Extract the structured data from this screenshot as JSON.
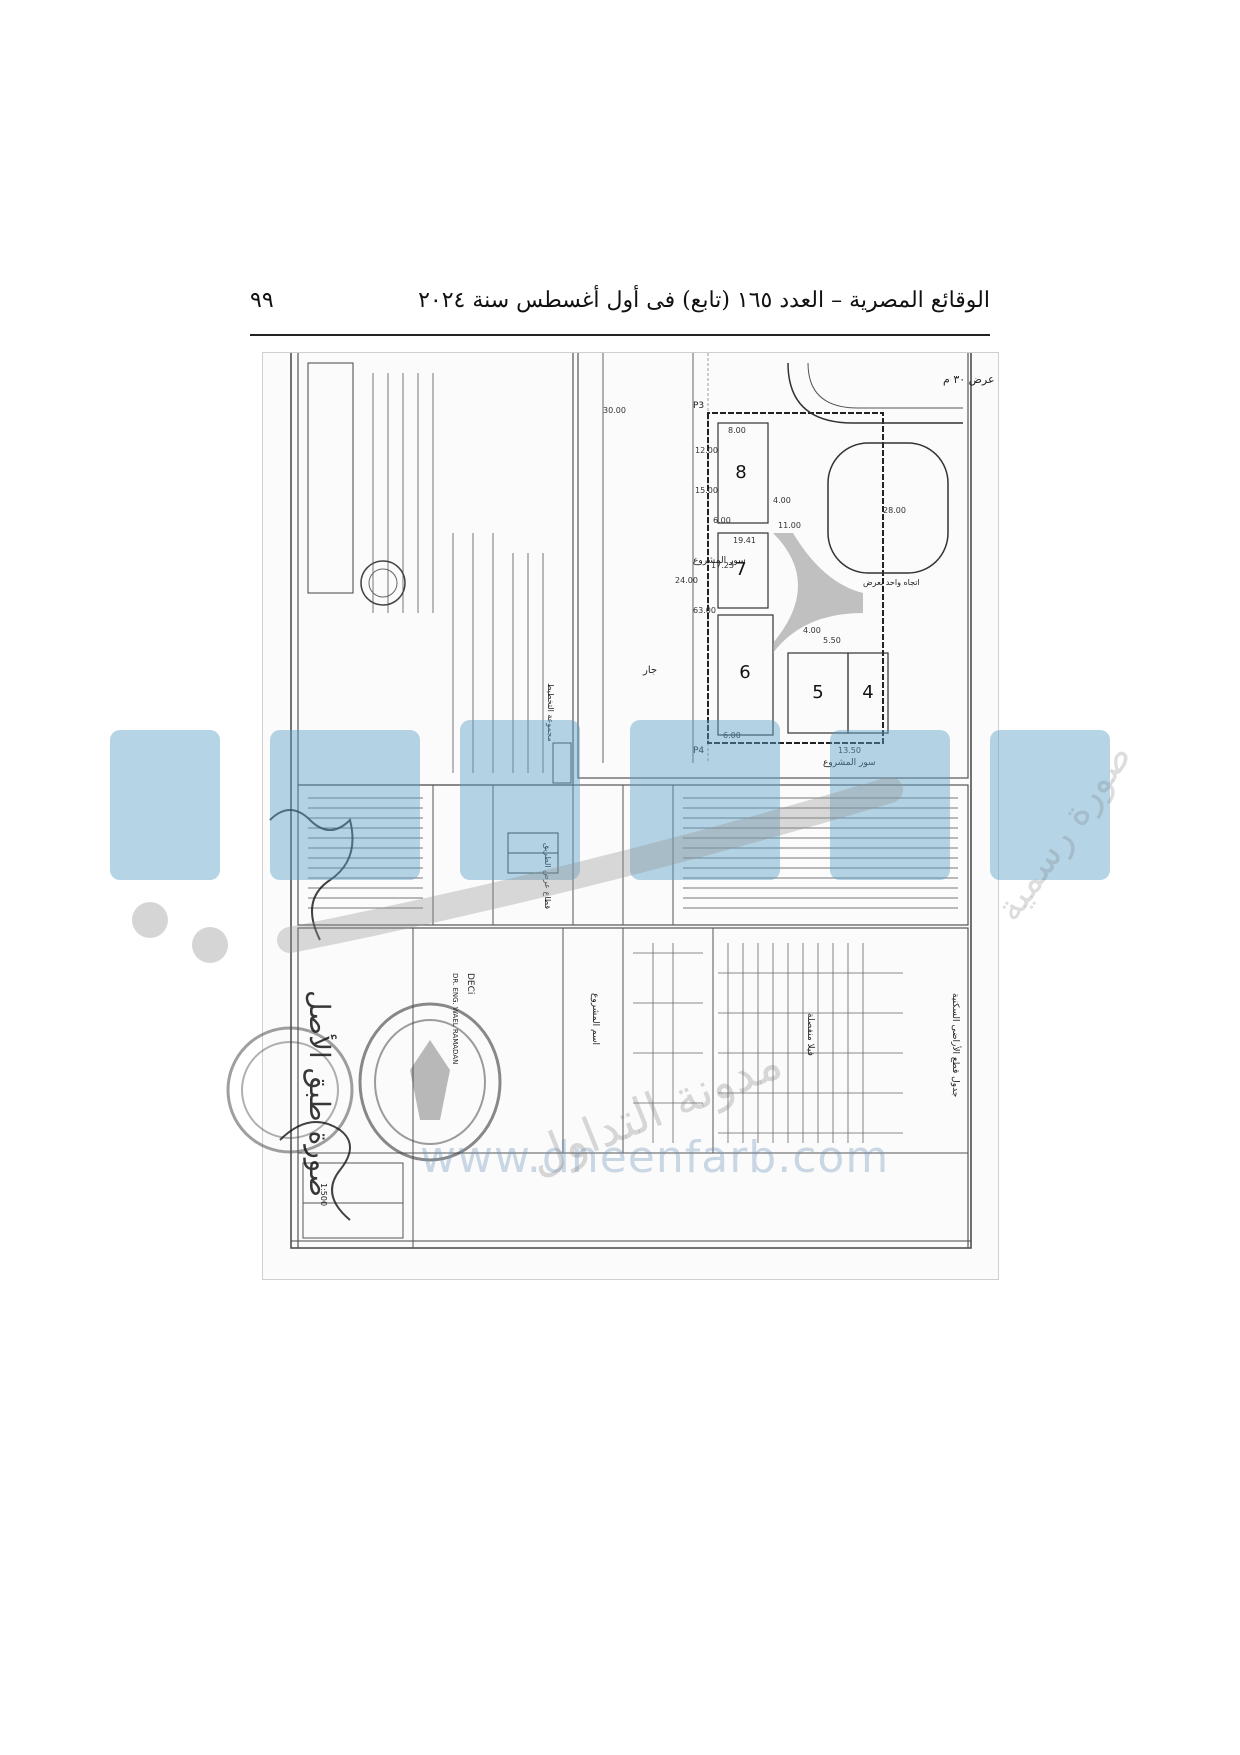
{
  "header": {
    "title": "الوقائع المصرية – العدد ١٦٥ (تابع) فى أول أغسطس سنة ٢٠٢٤",
    "page_number": "٩٩"
  },
  "watermark": {
    "text": "مدونة التداول",
    "url": "www.dneenfarb.com",
    "top_text": "صورة رسمية"
  },
  "plan": {
    "plots": [
      "8",
      "7",
      "6",
      "5",
      "4"
    ],
    "dimensions": [
      "12.00",
      "15.00",
      "8.00",
      "6.00",
      "4.00",
      "11.00",
      "19.41",
      "17.23",
      "28.00",
      "5.50",
      "4.00",
      "6.00",
      "13.50",
      "30.00",
      "24.00",
      "63.00"
    ],
    "labels": {
      "road_width": "عرض ٣٠ م",
      "project_fence_top": "سور المشروع",
      "project_fence_bottom": "سور المشروع",
      "neighbor": "جار",
      "corner_p3": "P3",
      "corner_p4": "P4",
      "road_note": "اتجاه واحد بعرض"
    }
  },
  "title_block": {
    "consultant": "DECi",
    "engineer": "DR. ENG. WAEL RAMADAN",
    "project_name": "اسم المشروع",
    "land_table_title": "جدول قطع الأراضى السكنية",
    "villa_table_title": "فيلا منفصلة",
    "section_label": "قطاع عرض الطريق",
    "approvals": "مجموعة التخطيط",
    "scale": "1:500"
  },
  "handwriting": {
    "text": "صورة طبق الأصل"
  }
}
